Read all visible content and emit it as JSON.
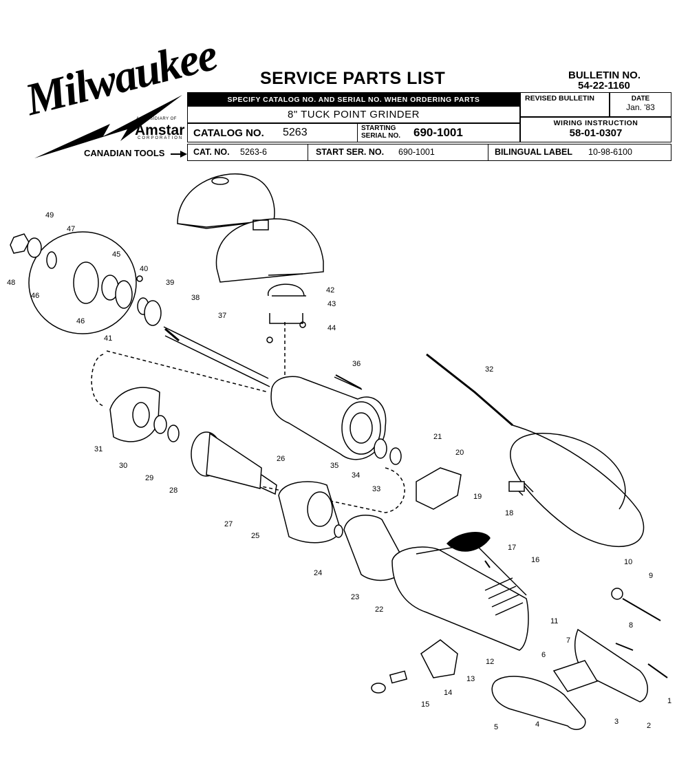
{
  "header": {
    "brand": "Milwaukee",
    "subsidiary": "A SUBSIDIARY OF",
    "parent": "Amstar",
    "parent_sub": "CORPORATION",
    "canadian_tools": "CANADIAN TOOLS",
    "title": "SERVICE PARTS LIST",
    "bulletin_label": "BULLETIN NO.",
    "bulletin_no": "54-22-1160",
    "banner": "SPECIFY CATALOG NO. AND SERIAL NO. WHEN ORDERING PARTS",
    "model": "8\" TUCK POINT GRINDER",
    "catalog_label": "CATALOG NO.",
    "catalog_no": "5263",
    "starting_label": "STARTING",
    "serial_label": "SERIAL NO.",
    "serial_no": "690-1001",
    "revised_label": "REVISED BULLETIN",
    "date_label": "DATE",
    "date": "Jan. '83",
    "wiring_label": "WIRING INSTRUCTION",
    "wiring_no": "58-01-0307",
    "can_cat_label": "CAT. NO.",
    "can_cat_no": "5263-6",
    "start_ser_label": "START SER. NO.",
    "start_ser_no": "690-1001",
    "bilingual_label": "BILINGUAL LABEL",
    "bilingual_no": "10-98-6100"
  },
  "part_numbers": [
    "1",
    "2",
    "3",
    "4",
    "5",
    "6",
    "7",
    "8",
    "9",
    "10",
    "11",
    "12",
    "13",
    "14",
    "15",
    "16",
    "17",
    "18",
    "19",
    "20",
    "21",
    "22",
    "23",
    "24",
    "25",
    "26",
    "27",
    "28",
    "29",
    "30",
    "31",
    "32",
    "33",
    "34",
    "35",
    "36",
    "37",
    "38",
    "39",
    "40",
    "41",
    "42",
    "43",
    "44",
    "45",
    "46",
    "46",
    "47",
    "48",
    "49"
  ]
}
